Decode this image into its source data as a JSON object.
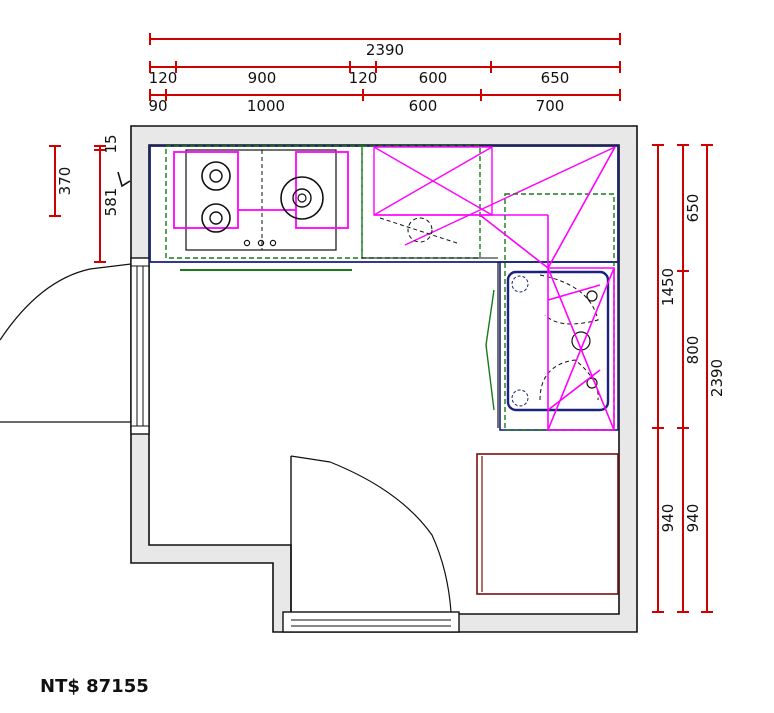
{
  "price": "NT$ 87155",
  "dimensions": {
    "top_total": "2390",
    "top_row1": [
      "120",
      "900",
      "120",
      "600",
      "650"
    ],
    "top_row2": [
      "90",
      "1000",
      "600",
      "700"
    ],
    "left_a": "370",
    "left_b": "581",
    "left_c": "15",
    "right_col1": [
      "1450",
      "940"
    ],
    "right_col2": [
      "650",
      "800",
      "940"
    ],
    "right_total": "2390"
  },
  "colors": {
    "dimension": "#d00000",
    "wall": "#e8e8e8",
    "cabinet_dashed": "#1a7a1a",
    "appliance": "#ff00ff",
    "sink": "#1a237e",
    "cabinet_dark": "#7a1010"
  }
}
